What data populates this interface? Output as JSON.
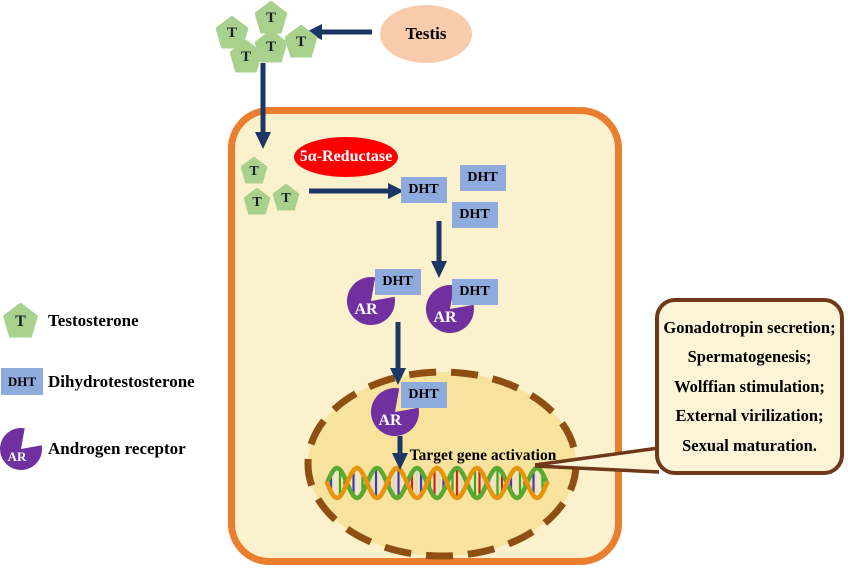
{
  "testis": {
    "label": "Testis"
  },
  "enzyme": {
    "label": "5α-Reductase"
  },
  "symbols": {
    "testosterone": "T",
    "dht": "DHT",
    "receptor": "AR"
  },
  "nucleus": {
    "caption": "Target gene activation"
  },
  "callout": {
    "lines": [
      "Gonadotropin secretion;",
      "Spermatogenesis;",
      "Wolffian stimulation;",
      "External virilization;",
      "Sexual maturation."
    ]
  },
  "legend": {
    "items": [
      {
        "symbol": "T",
        "label": "Testosterone"
      },
      {
        "symbol": "DHT",
        "label": "Dihydrotestosterone"
      },
      {
        "symbol": "AR",
        "label": "Androgen receptor"
      }
    ]
  },
  "colors": {
    "cell_fill": "#FCF1CD",
    "cell_border": "#E87E2E",
    "nucleus_fill": "#F8E39E",
    "nucleus_border": "#8F4E12",
    "testosterone_fill": "#A9D18E",
    "dht_fill": "#8FAADC",
    "receptor_fill": "#7030A0",
    "testis_fill": "#F8CBAD",
    "enzyme_fill": "#FE0000",
    "arrow": "#1B3765",
    "callout_border": "#6F3818",
    "callout_fill": "#FCF4D6"
  }
}
